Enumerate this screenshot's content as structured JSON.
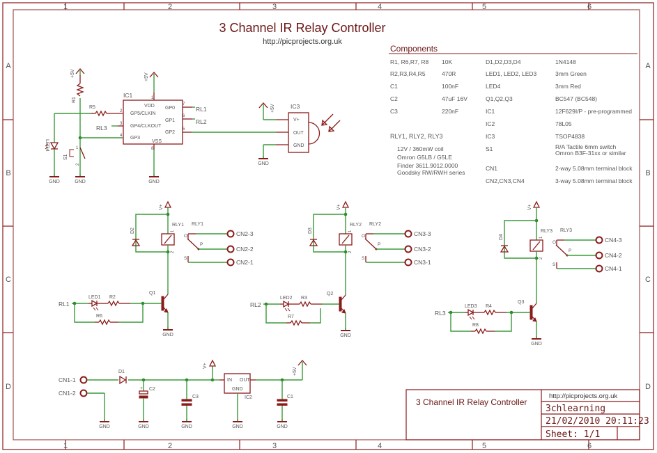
{
  "title": "3 Channel IR Relay Controller",
  "url": "http://picprojects.org.uk",
  "grid": {
    "columns": [
      "1",
      "2",
      "3",
      "4",
      "5",
      "6"
    ],
    "rows": [
      "A",
      "B",
      "C",
      "D"
    ]
  },
  "components": {
    "heading": "Components",
    "left": [
      {
        "ref": "R1, R6,R7, R8",
        "value": "10K"
      },
      {
        "ref": "R2,R3,R4,R5",
        "value": "470R"
      },
      {
        "ref": "C1",
        "value": "100nF"
      },
      {
        "ref": "C2",
        "value": "47uF 16V"
      },
      {
        "ref": "C3",
        "value": "220nF"
      }
    ],
    "right": [
      {
        "ref": "D1,D2,D3,D4",
        "value": "1N4148"
      },
      {
        "ref": "LED1, LED2, LED3",
        "value": "3mm Green"
      },
      {
        "ref": "LED4",
        "value": "3mm Red"
      },
      {
        "ref": "Q1,Q2,Q3",
        "value": "BC547 (BC548)"
      },
      {
        "ref": "IC1",
        "value": "12F629I/P - pre-programmed"
      },
      {
        "ref": "IC2",
        "value": "78L05"
      },
      {
        "ref": "IC3",
        "value": "TSOP4838"
      },
      {
        "ref": "S1",
        "value": "R/A Tactile 6mm switch",
        "value2": "Omron B3F-31xx or similar"
      },
      {
        "ref": "CN1",
        "value": "2-way 5.08mm terminal block"
      },
      {
        "ref": "CN2,CN3,CN4",
        "value": "3-way 5.08mm terminal block"
      }
    ],
    "relays": {
      "ref": "RLY1, RLY2, RLY3",
      "lines": [
        "12V / 360mW coil",
        "Omron G5LB / G5LE",
        "Finder 3611.9012.0000",
        "Goodsky RW/RWH series"
      ]
    }
  },
  "ic1": {
    "ref": "IC1",
    "pins_left": [
      "GP5/CLKIN",
      "GP4/CLKOUT",
      "GP3"
    ],
    "pins_right": [
      "GP0",
      "GP1",
      "GP2"
    ],
    "vdd": "VDD",
    "vss": "VSS",
    "pin_nums": {
      "vdd": "1",
      "gp5": "2",
      "gp4": "3",
      "gp3": "4",
      "gp2": "5",
      "gp1": "6",
      "gp0": "7",
      "vss": "8"
    }
  },
  "ic3": {
    "ref": "IC3",
    "pins": [
      "V+",
      "OUT",
      "GND"
    ]
  },
  "ic2": {
    "ref": "IC2",
    "in": "IN",
    "out": "OUT",
    "gnd": "GND"
  },
  "nets": {
    "gnd": "GND",
    "p5v": "+5V",
    "vplus": "V+",
    "rl1": "RL1",
    "rl2": "RL2",
    "rl3": "RL3"
  },
  "parts": {
    "r1": "R1",
    "r5": "R5",
    "led4": "LED4",
    "s1": "S1",
    "s1p1": "1",
    "s1p2": "2",
    "d1": "D1",
    "c2": "C2",
    "c3": "C3",
    "c1": "C1",
    "cn1_1": "CN1-1",
    "cn1_2": "CN1-2",
    "plus": "+"
  },
  "channels": [
    {
      "relay": "RLY1",
      "d": "D2",
      "q": "Q1",
      "led": "LED1",
      "rs": "R2",
      "rp": "R6",
      "in": "RL1",
      "cn": [
        "CN2-3",
        "CN2-2",
        "CN2-1"
      ]
    },
    {
      "relay": "RLY2",
      "d": "D3",
      "q": "Q2",
      "led": "LED2",
      "rs": "R3",
      "rp": "R7",
      "in": "RL2",
      "cn": [
        "CN3-3",
        "CN3-2",
        "CN3-1"
      ]
    },
    {
      "relay": "RLY3",
      "d": "D4",
      "q": "Q3",
      "led": "LED3",
      "rs": "R4",
      "rp": "R8",
      "in": "RL3",
      "cn": [
        "CN4-3",
        "CN4-2",
        "CN4-1"
      ]
    }
  ],
  "relay_pins": {
    "p1": "1",
    "p2": "2",
    "o": "O",
    "p": "P",
    "s": "S"
  },
  "title_block": {
    "title": "3 Channel IR Relay Controller",
    "url": "http://picprojects.org.uk",
    "name": "3chlearning",
    "datetime": "21/02/2010 20:11:23",
    "sheet": "Sheet: 1/1"
  },
  "colors": {
    "frame": "#8b1a1a",
    "wire": "#3a9a3a",
    "junction": "#2a8a2a",
    "text": "#555555"
  }
}
